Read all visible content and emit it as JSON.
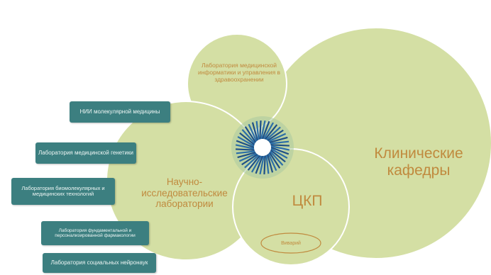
{
  "nodes": {
    "top_lab": "Лаборатория медицинской информатики и управления в здравоохранении",
    "clinical": "Клинические кафедры",
    "research": "Научно-исследовательские лаборатории",
    "ckp": "ЦКП",
    "vivarium": "Виварий"
  },
  "labs": [
    "НИИ молекулярной медицины",
    "Лаборатория медицинской генетики",
    "Лаборатория биомолекулярных и медицинских технологий",
    "Лаборатория фундаментальной и персонализированной фармакологии",
    "Лаборатория социальных нейронаук"
  ],
  "colors": {
    "circle_fill": "#d4dfa4",
    "circle_stroke": "#ffffff",
    "box_fill": "#3c7f80",
    "label_text": "#c08a3e",
    "logo_blue": "#2b6ea8"
  },
  "icons": {
    "center_logo": "starburst-logo-icon"
  }
}
